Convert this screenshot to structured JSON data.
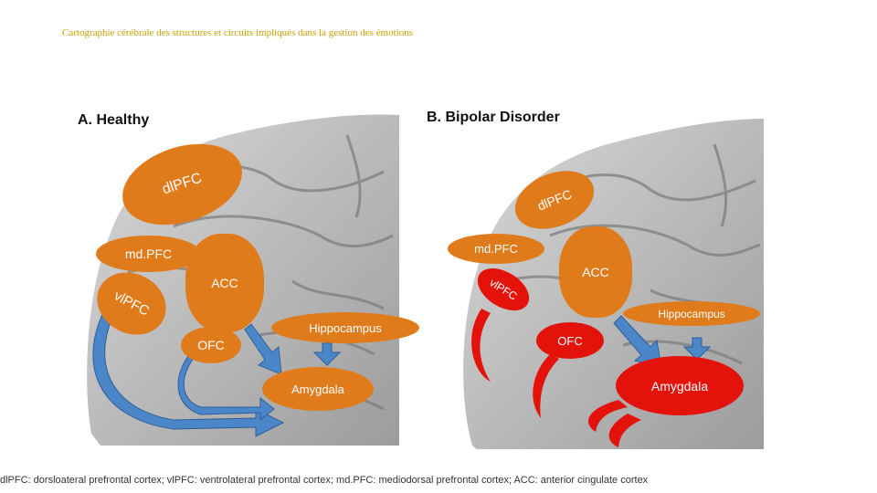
{
  "title": "Cartographie cérébrale des structures et circuits impliqués dans la gestion des émotions",
  "caption": "dlPFC: dorsloateral prefrontal cortex; vlPFC: ventrolateral prefrontal cortex; md.PFC: mediodorsal prefrontal cortex; ACC: anterior cingulate cortex",
  "panel_a": {
    "heading": "A. Healthy",
    "regions": {
      "dlpfc": "dlPFC",
      "mdpfc": "md.PFC",
      "vlpfc": "vlPFC",
      "acc": "ACC",
      "ofc": "OFC",
      "hippocampus": "Hippocampus",
      "amygdala": "Amygdala"
    }
  },
  "panel_b": {
    "heading": "B. Bipolar Disorder",
    "regions": {
      "dlpfc": "dlPFC",
      "mdpfc": "md.PFC",
      "vlpfc": "vlPFC",
      "acc": "ACC",
      "ofc": "OFC",
      "hippocampus": "Hippocampus",
      "amygdala": "Amygdala"
    }
  },
  "colors": {
    "normal_region": "#e07b1c",
    "altered_region": "#e3120b",
    "arrow": "#4a86c8",
    "brain": "#b9b9b9",
    "title": "#c8a100"
  }
}
